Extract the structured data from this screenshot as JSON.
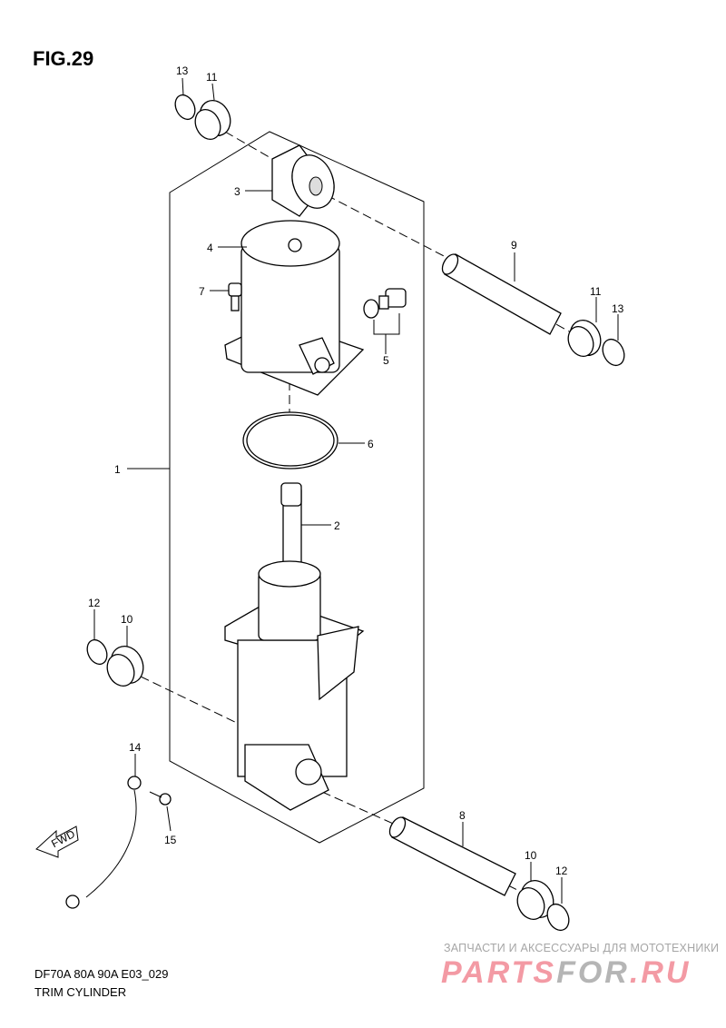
{
  "figure": {
    "title": "FIG.29"
  },
  "footer": {
    "model_code": "DF70A 80A 90A E03_029",
    "section_name": "TRIM CYLINDER"
  },
  "watermark": {
    "tagline": "ЗАПЧАСТИ И АКСЕССУАРЫ ДЛЯ МОТОТЕХНИКИ",
    "brand_a": "PARTS",
    "brand_b": "FOR",
    "brand_c": ".RU"
  },
  "fwd_arrow": {
    "label": "FWD"
  },
  "callouts": {
    "c13a": "13",
    "c11a": "11",
    "c3": "3",
    "c4": "4",
    "c7": "7",
    "c5": "5",
    "c6": "6",
    "c1": "1",
    "c2": "2",
    "c9": "9",
    "c11b": "11",
    "c13b": "13",
    "c12a": "12",
    "c10a": "10",
    "c14": "14",
    "c15": "15",
    "c8": "8",
    "c10b": "10",
    "c12b": "12"
  }
}
